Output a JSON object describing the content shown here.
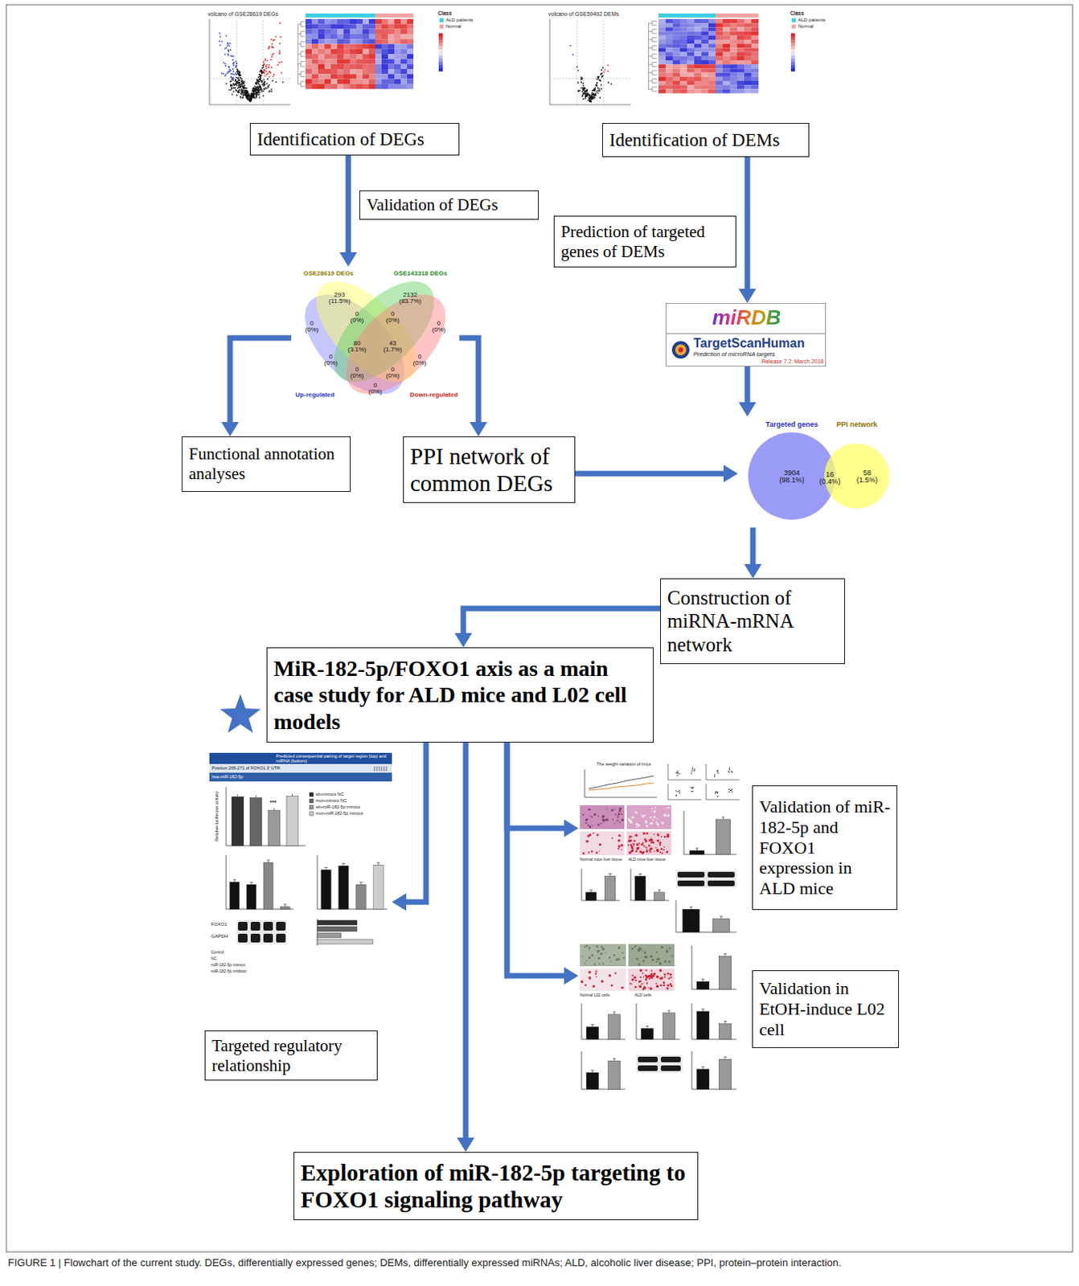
{
  "diagram": {
    "caption": "FIGURE 1 | Flowchart of the current study. DEGs, differentially expressed genes; DEMs, differentially expressed miRNAs; ALD, alcoholic liver disease; PPI, protein–protein interaction.",
    "nodes": [
      {
        "text": [
          "Identification of DEGs"
        ]
      },
      {
        "text": [
          "Identification of DEMs"
        ]
      },
      {
        "text": [
          "Validation of DEGs"
        ]
      },
      {
        "text": [
          "Prediction of targeted genes of DEMs"
        ]
      },
      {
        "text": [
          "GSE28619 DEGs",
          "GSE143318 DEGs",
          "293 (11.5%)",
          "2132 (83.7%)",
          "0 (0%)",
          "0 (0%)",
          "0 (0%)",
          "0 (0%)",
          "80 (3.1%)",
          "43 (1.7%)",
          "0 (0%)",
          "0 (0%)",
          "0 (0%)",
          "0 (0%)",
          "0 (0%)",
          "Up-regulated",
          "Down-regulated"
        ]
      },
      {
        "text": [
          "miRDB",
          "TargetScanHuman",
          "Prediction of microRNA targets",
          "Release 7.2: March 2018"
        ]
      },
      {
        "text": [
          "Functional annotation analyses"
        ]
      },
      {
        "text": [
          "PPI network of common DEGs"
        ]
      },
      {
        "text": [
          "Targeted genes",
          "PPI network",
          "3904 (98.1%)",
          "16 (0.4%)",
          "58 (1.5%)"
        ]
      },
      {
        "text": [
          "Construction of miRNA-mRNA network"
        ]
      },
      {
        "text": [
          "MiR-182-5p/FOXO1 axis as a main case study for ALD mice and L02 cell models"
        ]
      },
      {
        "text": [
          "Validation of miR-182-5p and FOXO1 expression in ALD mice"
        ]
      },
      {
        "text": [
          "Validation in EtOH-induce L02 cell"
        ]
      },
      {
        "text": [
          "Targeted regulatory relationship"
        ]
      },
      {
        "text": [
          "Exploration of miR-182-5p targeting to FOXO1 signaling pathway"
        ]
      }
    ],
    "edges": [
      {
        "from": 0,
        "to": 4,
        "arrow": "to"
      },
      {
        "from": 1,
        "to": 5,
        "arrow": "to"
      },
      {
        "from": 4,
        "to": 6,
        "arrow": "to"
      },
      {
        "from": 4,
        "to": 7,
        "arrow": "to"
      },
      {
        "from": 7,
        "to": 8,
        "arrow": "to"
      },
      {
        "from": 5,
        "to": 8,
        "arrow": "to"
      },
      {
        "from": 8,
        "to": 9,
        "arrow": "to"
      },
      {
        "from": 9,
        "to": 10,
        "arrow": "to"
      },
      {
        "from": 10,
        "to": 13,
        "arrow": "to"
      },
      {
        "from": 10,
        "to": 14,
        "arrow": "to"
      },
      {
        "from": 10,
        "to": 11,
        "arrow": "to"
      },
      {
        "from": 10,
        "to": 12,
        "arrow": "to"
      }
    ],
    "labels": [
      "volcano of GSE28619 DEGs",
      "Class",
      "ALD patients",
      "Normal",
      "volcano of GSE59492 DEMs",
      "Class",
      "ALD patients",
      "Normal",
      "Predicted consequential pairing of target region (top) and miRNA (bottom)",
      "Position 265-271 of FOXO1 3' UTR",
      "hsa-miR-182-5p",
      "Relative luciferase activity",
      "wt+mimics NC",
      "mut+mimics NC",
      "wt+miR-182-5p mimics",
      "mut+miR-182-5p mimics",
      "***",
      "FOXO1",
      "GAPDH",
      "The weight variation of mice",
      "Normal mice liver tissue",
      "ALD mice liver tissue",
      "Normal L02 cells",
      "ALD cells",
      "Control",
      "NC",
      "miR-182-5p mimics",
      "miR-182-5p inhibitor"
    ]
  }
}
